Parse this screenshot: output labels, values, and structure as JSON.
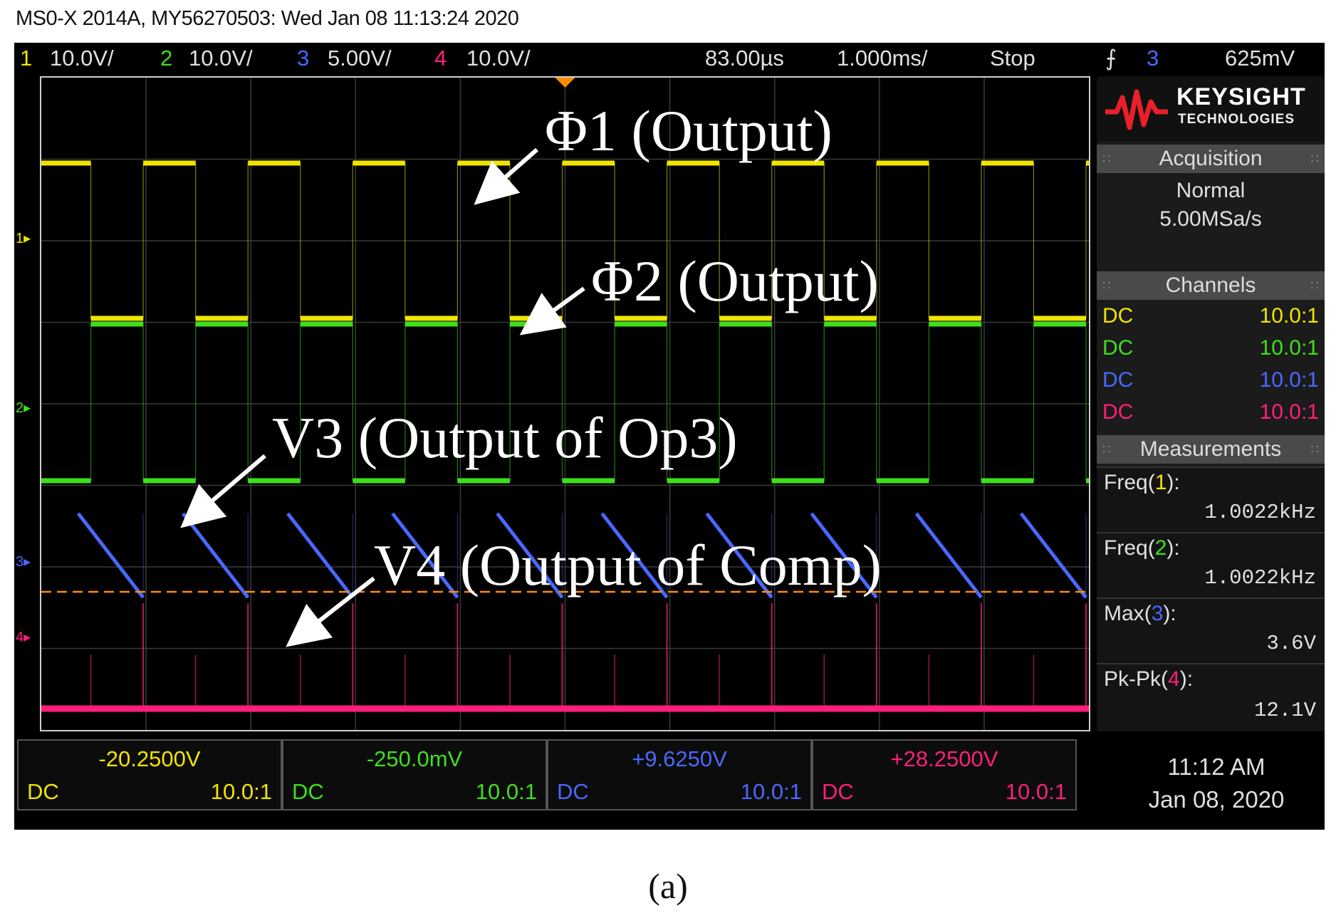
{
  "header": {
    "title": "MS0-X 2014A, MY56270503: Wed Jan 08 11:13:24 2020"
  },
  "topbar": {
    "ch1_num": "1",
    "ch1_scale": "10.0V/",
    "ch2_num": "2",
    "ch2_scale": "10.0V/",
    "ch3_num": "3",
    "ch3_scale": "5.00V/",
    "ch4_num": "4",
    "ch4_scale": "10.0V/",
    "time_delay": "83.00µs",
    "time_scale": "1.000ms/",
    "run_state": "Stop",
    "trigger_source": "3",
    "trigger_level": "625mV"
  },
  "logo": {
    "main": "KEYSIGHT",
    "sub": "TECHNOLOGIES"
  },
  "acquisition": {
    "heading": "Acquisition",
    "mode": "Normal",
    "rate": "5.00MSa/s"
  },
  "channels": {
    "heading": "Channels",
    "rows": [
      {
        "coupling": "DC",
        "probe": "10.0:1"
      },
      {
        "coupling": "DC",
        "probe": "10.0:1"
      },
      {
        "coupling": "DC",
        "probe": "10.0:1"
      },
      {
        "coupling": "DC",
        "probe": "10.0:1"
      }
    ]
  },
  "measurements": {
    "heading": "Measurements",
    "items": [
      {
        "name": "Freq",
        "ch": "1",
        "value": "1.0022kHz"
      },
      {
        "name": "Freq",
        "ch": "2",
        "value": "1.0022kHz"
      },
      {
        "name": "Max",
        "ch": "3",
        "value": "3.6V"
      },
      {
        "name": "Pk-Pk",
        "ch": "4",
        "value": "12.1V"
      }
    ]
  },
  "bottom": {
    "cells": [
      {
        "offset": "-20.2500V",
        "coupling": "DC",
        "probe": "10.0:1"
      },
      {
        "offset": "-250.0mV",
        "coupling": "DC",
        "probe": "10.0:1"
      },
      {
        "offset": "+9.6250V",
        "coupling": "DC",
        "probe": "10.0:1"
      },
      {
        "offset": "+28.2500V",
        "coupling": "DC",
        "probe": "10.0:1"
      }
    ],
    "time": "11:12 AM",
    "date": "Jan 08, 2020"
  },
  "annotations": {
    "phi1": "Φ1 (Output)",
    "phi2": "Φ2 (Output)",
    "v3": "V3 (Output of Op3)",
    "v4": "V4 (Output of Comp)"
  },
  "caption": "(a)",
  "colors": {
    "ch1": "#f0e400",
    "ch2": "#3ee01a",
    "ch3": "#4a68ff",
    "ch4": "#ff1f7a",
    "trigger": "#ff8c00"
  }
}
